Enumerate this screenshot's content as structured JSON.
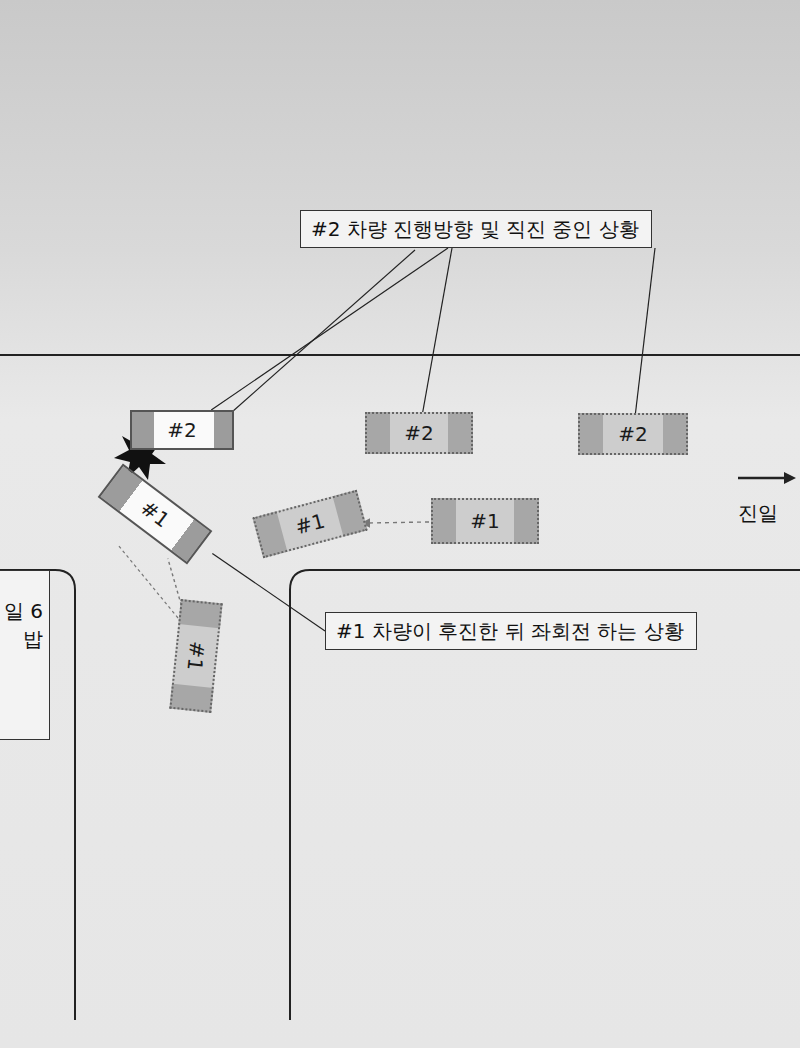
{
  "diagram": {
    "nodes": [
      {
        "text": [
          "#2 차량 진행방향 및 직진 중인 상황"
        ]
      },
      {
        "text": [
          "#2"
        ]
      },
      {
        "text": [
          "#2"
        ]
      },
      {
        "text": [
          "#2"
        ]
      },
      {
        "text": [
          "#1"
        ]
      },
      {
        "text": [
          "#1"
        ]
      },
      {
        "text": [
          "#1"
        ]
      },
      {
        "text": [
          "#1"
        ]
      },
      {
        "text": [
          "#1 차량이 후진한 뒤 좌회전 하는 상황"
        ]
      },
      {
        "text": [
          "일 6 밥"
        ]
      }
    ],
    "edges": [
      {
        "from": 0,
        "to": 1,
        "arrow": "none"
      },
      {
        "from": 0,
        "to": 2,
        "arrow": "none"
      },
      {
        "from": 0,
        "to": 3,
        "arrow": "none"
      },
      {
        "from": 8,
        "to": 6,
        "arrow": "none"
      },
      {
        "from": 4,
        "to": 5,
        "arrow": "to"
      },
      {
        "from": 7,
        "to": 6,
        "arrow": "none"
      }
    ],
    "labels": [
      "진일"
    ]
  }
}
